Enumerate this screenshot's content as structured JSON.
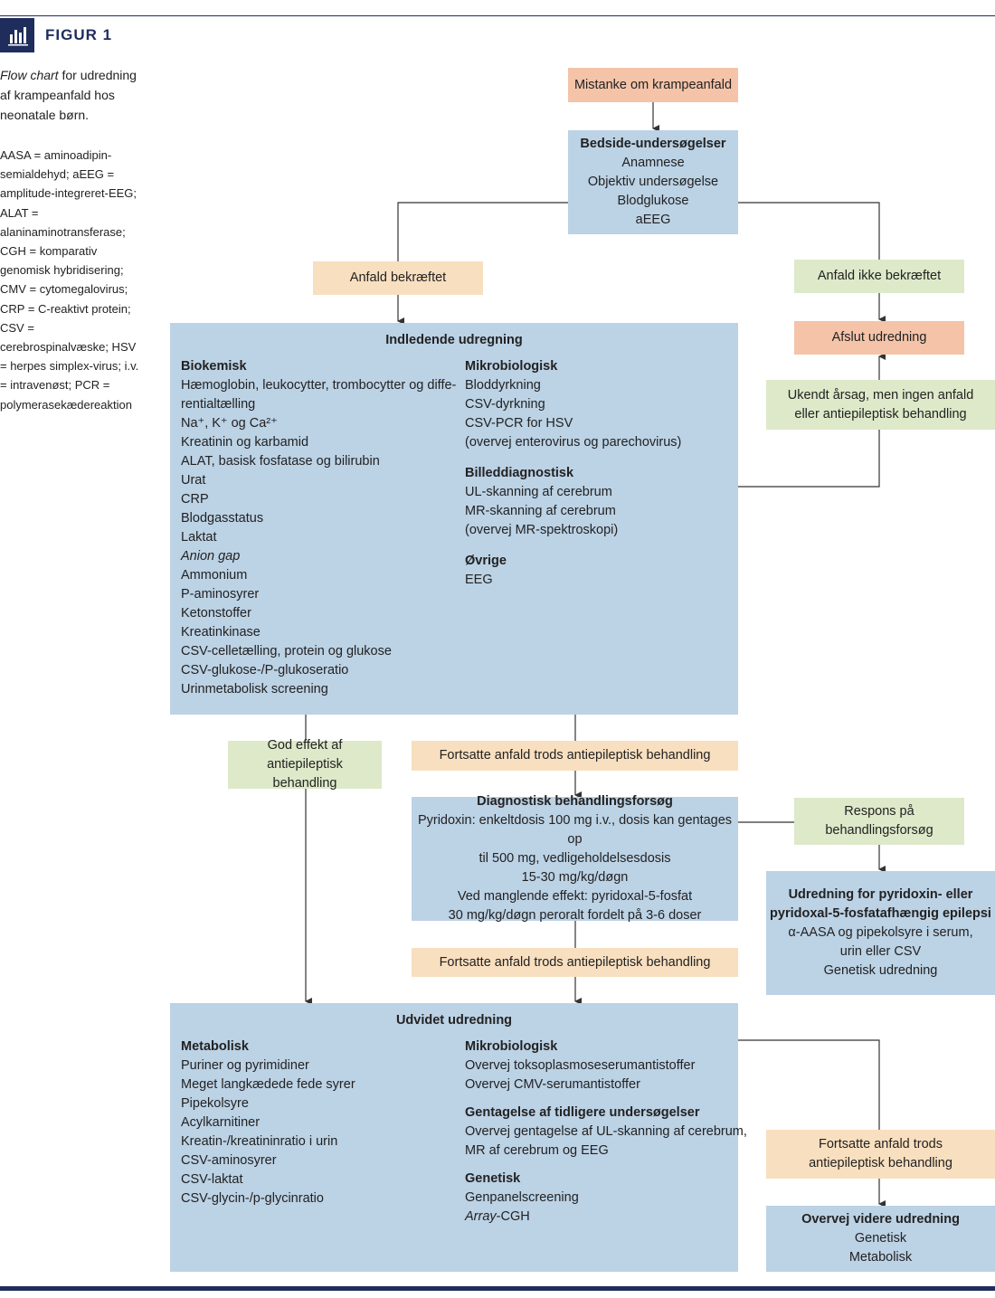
{
  "figure_label": "FIGUR 1",
  "caption": {
    "italic": "Flow chart",
    "rest": " for udredning af krampeanfald hos neonatale børn."
  },
  "abbreviations": "AASA = aminoadipin-semialdehyd; aEEG = amplitude-integreret-EEG; ALAT = alaninaminotransferase; CGH = komparativ genomisk hybridisering; CMV = cytomegalovirus; CRP = C-reaktivt protein; CSV = cerebrospinalvæske; HSV = herpes simplex-virus; i.v. = intravenøst; PCR = polymerasekædereaktion",
  "colors": {
    "rule": "#1f2d5c",
    "salmon": "#f4c3a8",
    "peach": "#f8dfbf",
    "green": "#dde9c9",
    "blue": "#bcd2e5",
    "line": "#333333"
  },
  "icon": "bar-chart-icon",
  "nodes": {
    "mistanke": "Mistanke om krampeanfald",
    "bedside": {
      "title": "Bedside-undersøgelser",
      "items": [
        "Anamnese",
        "Objektiv undersøgelse",
        "Blodglukose",
        "aEEG"
      ]
    },
    "anfald_bekraeftet": "Anfald bekræftet",
    "anfald_ikke_bekraeftet": "Anfald ikke bekræftet",
    "afslut": "Afslut udredning",
    "ukendt": "Ukendt årsag, men ingen anfald eller antiepileptisk behandling",
    "indledende": {
      "title": "Indledende udregning",
      "biokemisk_title": "Biokemisk",
      "biokemisk": [
        "Hæmoglobin, leukocytter, trombocytter og diffe-",
        "rentialtælling",
        "Na⁺, K⁺ og Ca²⁺",
        "Kreatinin og karbamid",
        "ALAT, basisk fosfatase og bilirubin",
        "Urat",
        "CRP",
        "Blodgasstatus",
        "Laktat",
        "Anion gap",
        "Ammonium",
        "P-aminosyrer",
        "Ketonstoffer",
        "Kreatinkinase",
        "CSV-celletælling, protein og glukose",
        "CSV-glukose-/P-glukoseratio",
        "Urinmetabolisk screening"
      ],
      "mikro_title": "Mikrobiologisk",
      "mikro": [
        "Bloddyrkning",
        "CSV-dyrkning",
        "CSV-PCR for HSV",
        "(overvej enterovirus og parechovirus)"
      ],
      "billed_title": "Billeddiagnostisk",
      "billed": [
        "UL-skanning af cerebrum",
        "MR-skanning af cerebrum",
        "(overvej MR-spektroskopi)"
      ],
      "ovrige_title": "Øvrige",
      "ovrige": [
        "EEG"
      ]
    },
    "god_effekt": "God effekt af antiepileptisk behandling",
    "fortsatte1": "Fortsatte anfald trods antiepileptisk behandling",
    "diagnostisk": {
      "title": "Diagnostisk behandlingsforsøg",
      "lines": [
        "Pyridoxin: enkeltdosis 100 mg i.v., dosis kan gentages op",
        "til 500 mg, vedligeholdelsesdosis",
        "15-30 mg/kg/døgn",
        "Ved manglende effekt: pyridoxal-5-fosfat",
        "30 mg/kg/døgn peroralt fordelt på 3-6 doser"
      ]
    },
    "respons": "Respons på behandlingsforsøg",
    "udredning_pyridoxin": {
      "title": "Udredning for pyridoxin- eller pyridoxal-5-fosfatafhængig epilepsi",
      "lines": [
        "α-AASA og pipekolsyre i serum,",
        "urin eller CSV",
        "Genetisk udredning"
      ]
    },
    "fortsatte2": "Fortsatte anfald trods antiepileptisk behandling",
    "udvidet": {
      "title": "Udvidet udredning",
      "metabolisk_title": "Metabolisk",
      "metabolisk": [
        "Puriner og pyrimidiner",
        "Meget langkædede fede syrer",
        "Pipekolsyre",
        "Acylkarnitiner",
        "Kreatin-/kreatininratio i urin",
        "CSV-aminosyrer",
        "CSV-laktat",
        "CSV-glycin-/p-glycinratio"
      ],
      "mikro_title": "Mikrobiologisk",
      "mikro": [
        "Overvej toksoplasmoseserumantistoffer",
        "Overvej CMV-serumantistoffer"
      ],
      "gentagelse_title": "Gentagelse af tidligere undersøgelser",
      "gentagelse": [
        "Overvej gentagelse af UL-skanning af cerebrum,",
        "MR af cerebrum og EEG"
      ],
      "genetisk_title": "Genetisk",
      "genetisk": [
        "Genpanelscreening",
        "Array-CGH"
      ]
    },
    "fortsatte3": "Fortsatte anfald trods antiepileptisk behandling",
    "overvej": {
      "title": "Overvej videre udredning",
      "lines": [
        "Genetisk",
        "Metabolisk"
      ]
    }
  }
}
